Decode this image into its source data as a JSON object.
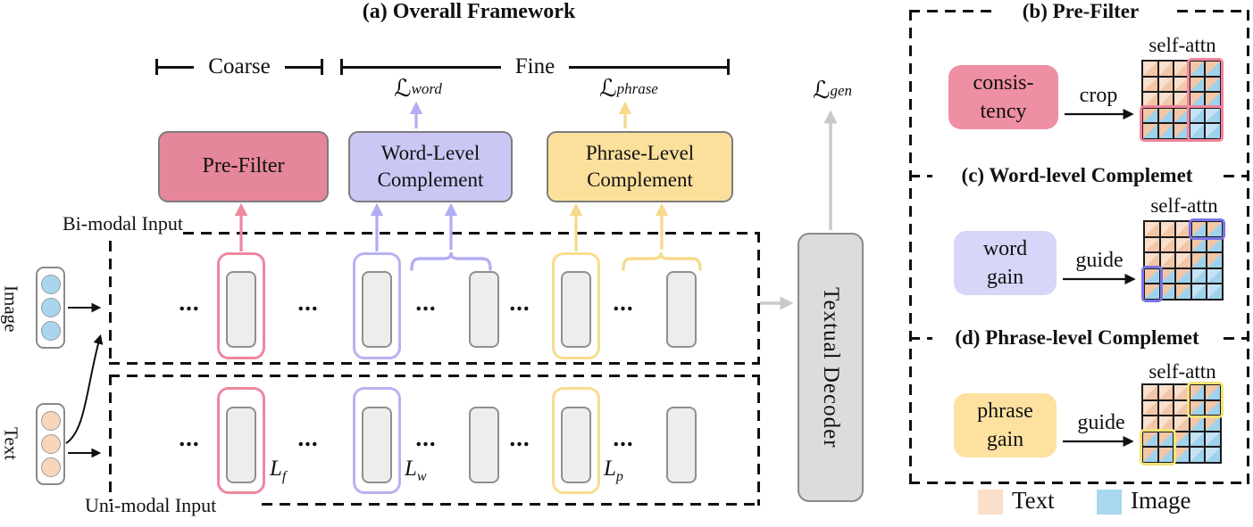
{
  "panel_a": {
    "title": "(a) Overall Framework",
    "coarse_label": "Coarse",
    "fine_label": "Fine",
    "loss_word": {
      "sym": "ℒ",
      "sub": "word"
    },
    "loss_phrase": {
      "sym": "ℒ",
      "sub": "phrase"
    },
    "loss_gen": {
      "sym": "ℒ",
      "sub": "gen"
    },
    "module_pre_filter": "Pre-Filter",
    "module_word_line1": "Word-Level",
    "module_word_line2": "Complement",
    "module_phrase_line1": "Phrase-Level",
    "module_phrase_line2": "Complement",
    "bimodal_label": "Bi-modal Input",
    "unimodal_label": "Uni-modal Input",
    "image_label": "Image",
    "text_label": "Text",
    "decoder_label": "Textual Decoder",
    "ellipsis": "...",
    "l_f": {
      "base": "L",
      "sub": "f"
    },
    "l_w": {
      "base": "L",
      "sub": "w"
    },
    "l_p": {
      "base": "L",
      "sub": "p"
    }
  },
  "panel_b": {
    "title": "(b) Pre-Filter",
    "box_line1": "consis-",
    "box_line2": "tency",
    "arrow_label": "crop",
    "attn_label": "self-attn"
  },
  "panel_c": {
    "title": "(c) Word-level Complemet",
    "box_line1": "word",
    "box_line2": "gain",
    "arrow_label": "guide",
    "attn_label": "self-attn"
  },
  "panel_d": {
    "title": "(d) Phrase-level Complemet",
    "box_line1": "phrase",
    "box_line2": "gain",
    "arrow_label": "guide",
    "attn_label": "self-attn"
  },
  "legend": {
    "text_label": "Text",
    "image_label": "Image"
  },
  "colors": {
    "module_pink": "#e5869a",
    "module_purple": "#c9c7f4",
    "module_yellow": "#fbe09c",
    "accent_pink": "#f0849f",
    "accent_purple": "#7b73e6",
    "accent_yellow": "#f3e377",
    "text_cell_peach": "#f2c6a6",
    "image_cell_blue": "#9fd2ec",
    "arrow_gray": "#c9c9c9"
  },
  "grids": {
    "cell": 17.5,
    "pattern": [
      [
        "tt",
        "tt",
        "tt",
        "ti",
        "ti"
      ],
      [
        "tt",
        "tt",
        "tt",
        "ti",
        "ti"
      ],
      [
        "tt",
        "tt",
        "tt",
        "ti",
        "ti"
      ],
      [
        "ti",
        "ti",
        "ti",
        "ii",
        "ii"
      ],
      [
        "ti",
        "ti",
        "ti",
        "ii",
        "ii"
      ]
    ],
    "b_highlights": [
      {
        "c0": 3,
        "c1": 4,
        "r0": 0,
        "r1": 4
      },
      {
        "c0": 0,
        "c1": 4,
        "r0": 3,
        "r1": 4
      }
    ],
    "c_highlights": [
      {
        "c0": 3,
        "c1": 4,
        "r0": 0,
        "r1": 0
      },
      {
        "c0": 0,
        "c1": 0,
        "r0": 3,
        "r1": 4
      }
    ],
    "d_highlights": [
      {
        "c0": 3,
        "c1": 4,
        "r0": 0,
        "r1": 1
      },
      {
        "c0": 0,
        "c1": 1,
        "r0": 3,
        "r1": 4
      }
    ]
  }
}
